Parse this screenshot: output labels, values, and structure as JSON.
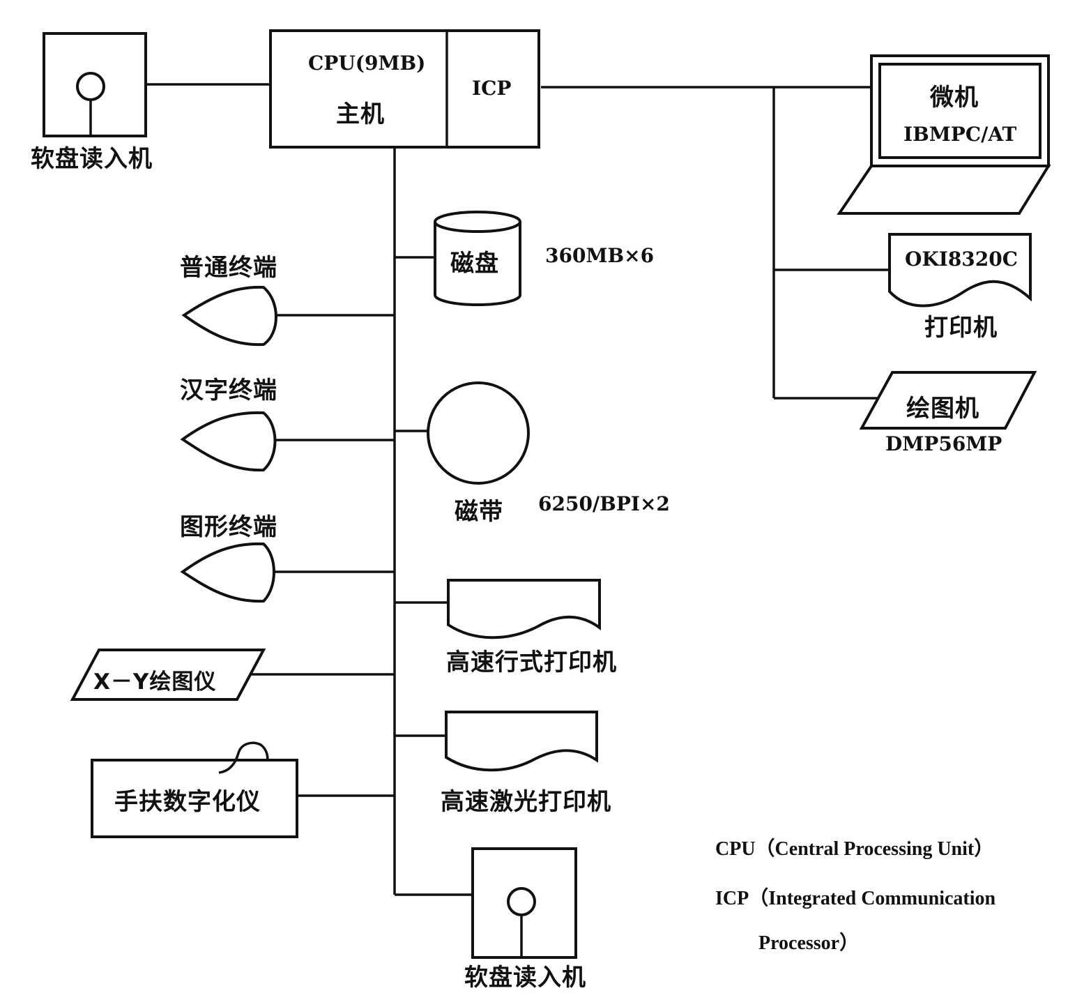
{
  "host": {
    "cpu_label": "CPU(9MB)",
    "host_label": "主机",
    "icp_label": "ICP"
  },
  "left_floppy": {
    "label": "软盘读入机"
  },
  "pc": {
    "title": "微机",
    "model": "IBMPC/AT"
  },
  "oki_printer": {
    "model": "OKI8320C",
    "label": "打印机"
  },
  "plotter": {
    "label": "绘图机",
    "model": "DMP56MP"
  },
  "disk": {
    "label": "磁盘",
    "spec": "360MB×6"
  },
  "tape": {
    "label": "磁带",
    "spec": "6250/BPI×2"
  },
  "terminals": {
    "normal": "普通终端",
    "chinese": "汉字终端",
    "graphic": "图形终端"
  },
  "xy_plotter": {
    "label": "X－Y绘图仪"
  },
  "digitizer": {
    "label": "手扶数字化仪"
  },
  "line_printer": {
    "label": "高速行式打印机"
  },
  "laser_printer": {
    "label": "高速激光打印机"
  },
  "bottom_floppy": {
    "label": "软盘读入机"
  },
  "legend": {
    "cpu": "CPU（Central  Processing    Unit）",
    "icp_line1": "ICP（Integrated  Communication",
    "icp_line2": "Processor）"
  }
}
